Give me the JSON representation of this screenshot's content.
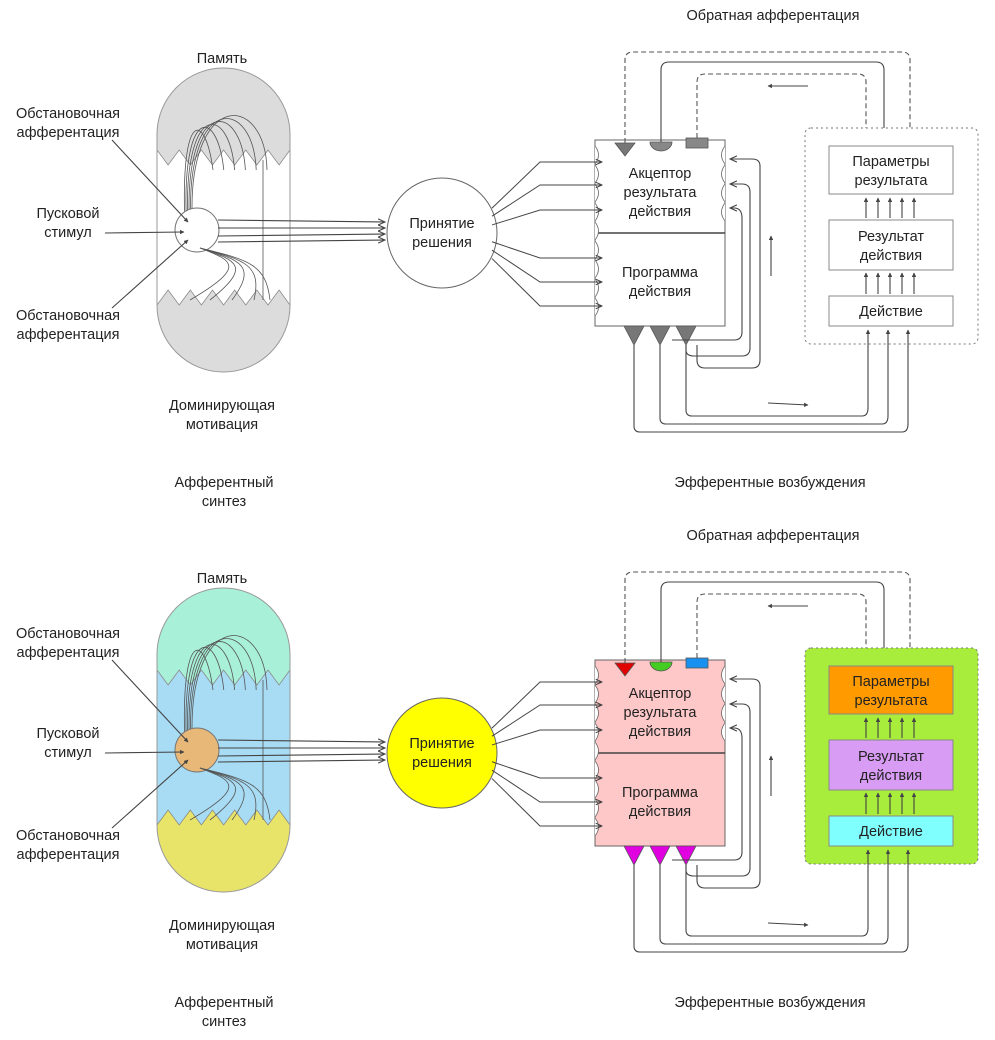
{
  "labels": {
    "memory": "Память",
    "env_aff_top": [
      "Обстановочная",
      "афферентация"
    ],
    "trigger": [
      "Пусковой",
      "стимул"
    ],
    "env_aff_bottom": [
      "Обстановочная",
      "афферентация"
    ],
    "motivation": [
      "Доминирующая",
      "мотивация"
    ],
    "afferent_synthesis": [
      "Афферентный",
      "синтез"
    ],
    "decision": [
      "Принятие",
      "решения"
    ],
    "acceptor": [
      "Акцептор",
      "результата",
      "действия"
    ],
    "program": [
      "Программа",
      "действия"
    ],
    "feedback": "Обратная афферентация",
    "result_params": [
      "Параметры",
      "результата"
    ],
    "result": [
      "Результат",
      "действия"
    ],
    "action": "Действие",
    "efferent": "Эфферентные возбуждения"
  },
  "colors": {
    "mono": {
      "capsule_top": "#dcdcdc",
      "capsule_mid": "#ffffff",
      "capsule_bottom": "#dcdcdc",
      "nucleus": "#ffffff",
      "decision": "#ffffff",
      "acceptor_box": "#ffffff",
      "panel": "#ffffff",
      "params": "#ffffff",
      "result": "#ffffff",
      "action": "#ffffff",
      "tri": "#777777",
      "semi": "#888888",
      "rect": "#888888"
    },
    "color": {
      "capsule_top": "#a8f0d8",
      "capsule_mid": "#a8dcf4",
      "capsule_bottom": "#e8e46a",
      "nucleus": "#e8b878",
      "decision": "#ffff00",
      "acceptor_box": "#ffc8c8",
      "panel": "#a8ec3c",
      "params": "#ff9a00",
      "result": "#d89cf4",
      "action": "#80ffff",
      "tri": "#e000e0",
      "semi": "#44cc22",
      "rect": "#1890f0",
      "tri_red": "#e00000"
    }
  }
}
